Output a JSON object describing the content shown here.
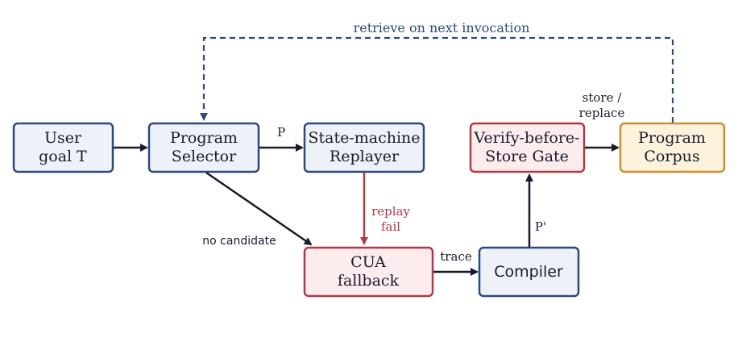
{
  "colors": {
    "blue_stroke": "#2e4a7a",
    "blue_fill": "#eef1f8",
    "red_stroke": "#b03a48",
    "red_fill": "#fcecee",
    "orange_stroke": "#c8922e",
    "orange_fill": "#fdf2dc",
    "arrow": "#1a1a2e"
  },
  "nodes": {
    "user_goal": {
      "line1": "User",
      "line2": "goal  T"
    },
    "program_selector": {
      "line1": "Program",
      "line2": "Selector"
    },
    "replayer": {
      "line1": "State-machine",
      "line2": "Replayer"
    },
    "cua_fallback": {
      "line1": "CUA",
      "line2": "fallback"
    },
    "compiler": {
      "line1": "Compiler"
    },
    "verify_gate": {
      "line1": "Verify-before-",
      "line2": "Store Gate"
    },
    "program_corpus": {
      "line1": "Program",
      "line2": "Corpus"
    }
  },
  "edges": {
    "retrieve": "retrieve on next invocation",
    "p": "P",
    "no_candidate": "no candidate",
    "replay_fail_1": "replay",
    "replay_fail_2": "fail",
    "trace": "trace",
    "p_prime": "P'",
    "store_1": "store /",
    "store_2": "replace"
  }
}
